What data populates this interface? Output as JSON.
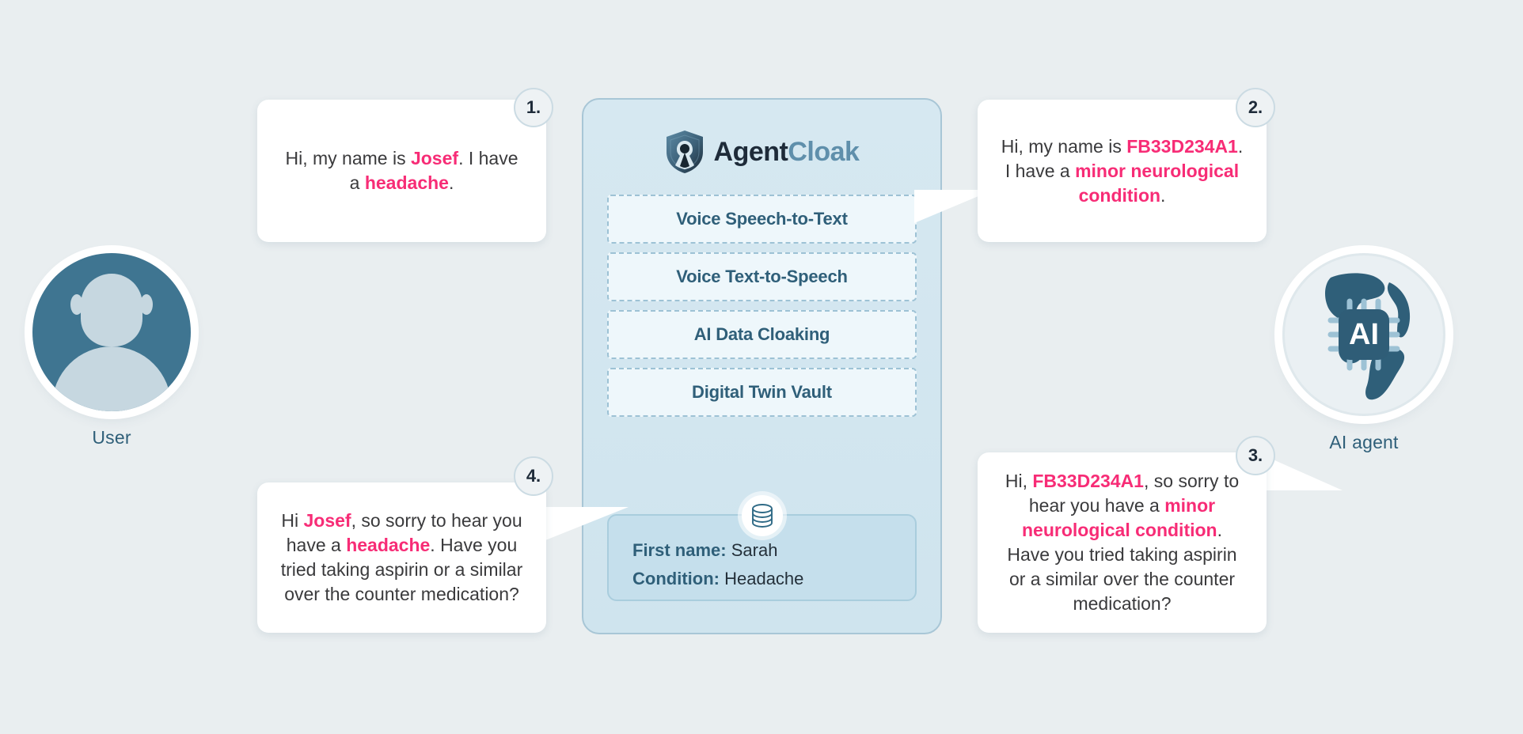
{
  "diagram": {
    "background_color": "#e9eef0",
    "accent_pink": "#f72c76",
    "accent_blue": "#2f5f79"
  },
  "brand": {
    "name_part_1": "Agent",
    "name_part_2": "Cloak",
    "logo_icon": "shield-person-icon"
  },
  "actors": {
    "user": {
      "caption": "User",
      "avatar_icon": "user-silhouette-icon"
    },
    "ai_agent": {
      "caption": "AI agent",
      "avatar_icon": "globe-ai-chip-icon",
      "chip_label": "AI"
    }
  },
  "services": [
    {
      "label": "Voice Speech-to-Text"
    },
    {
      "label": "Voice Text-to-Speech"
    },
    {
      "label": "AI Data Cloaking"
    },
    {
      "label": "Digital Twin Vault"
    }
  ],
  "vault": {
    "icon": "database-icon",
    "rows": [
      {
        "key": "First name:",
        "value": "Sarah"
      },
      {
        "key": "Condition:",
        "value": "Headache"
      }
    ]
  },
  "bubbles": [
    {
      "number": "1.",
      "segments": [
        {
          "text": "Hi, my name is ",
          "highlight": false
        },
        {
          "text": "Josef",
          "highlight": true
        },
        {
          "text": ". I have a ",
          "highlight": false
        },
        {
          "text": "headache",
          "highlight": true
        },
        {
          "text": ".",
          "highlight": false
        }
      ]
    },
    {
      "number": "2.",
      "segments": [
        {
          "text": "Hi, my name is ",
          "highlight": false
        },
        {
          "text": "FB33D234A1",
          "highlight": true
        },
        {
          "text": ". I have a ",
          "highlight": false
        },
        {
          "text": "minor neurological condition",
          "highlight": true
        },
        {
          "text": ".",
          "highlight": false
        }
      ]
    },
    {
      "number": "3.",
      "segments": [
        {
          "text": "Hi, ",
          "highlight": false
        },
        {
          "text": "FB33D234A1",
          "highlight": true
        },
        {
          "text": ", so sorry to hear you have a ",
          "highlight": false
        },
        {
          "text": "minor neurological condition",
          "highlight": true
        },
        {
          "text": ". Have you tried taking aspirin or a similar over the counter medication?",
          "highlight": false
        }
      ]
    },
    {
      "number": "4.",
      "segments": [
        {
          "text": "Hi ",
          "highlight": false
        },
        {
          "text": "Josef",
          "highlight": true
        },
        {
          "text": ", so sorry to hear you have a ",
          "highlight": false
        },
        {
          "text": "headache",
          "highlight": true
        },
        {
          "text": ". Have you tried taking aspirin or a similar over the counter medication?",
          "highlight": false
        }
      ]
    }
  ]
}
